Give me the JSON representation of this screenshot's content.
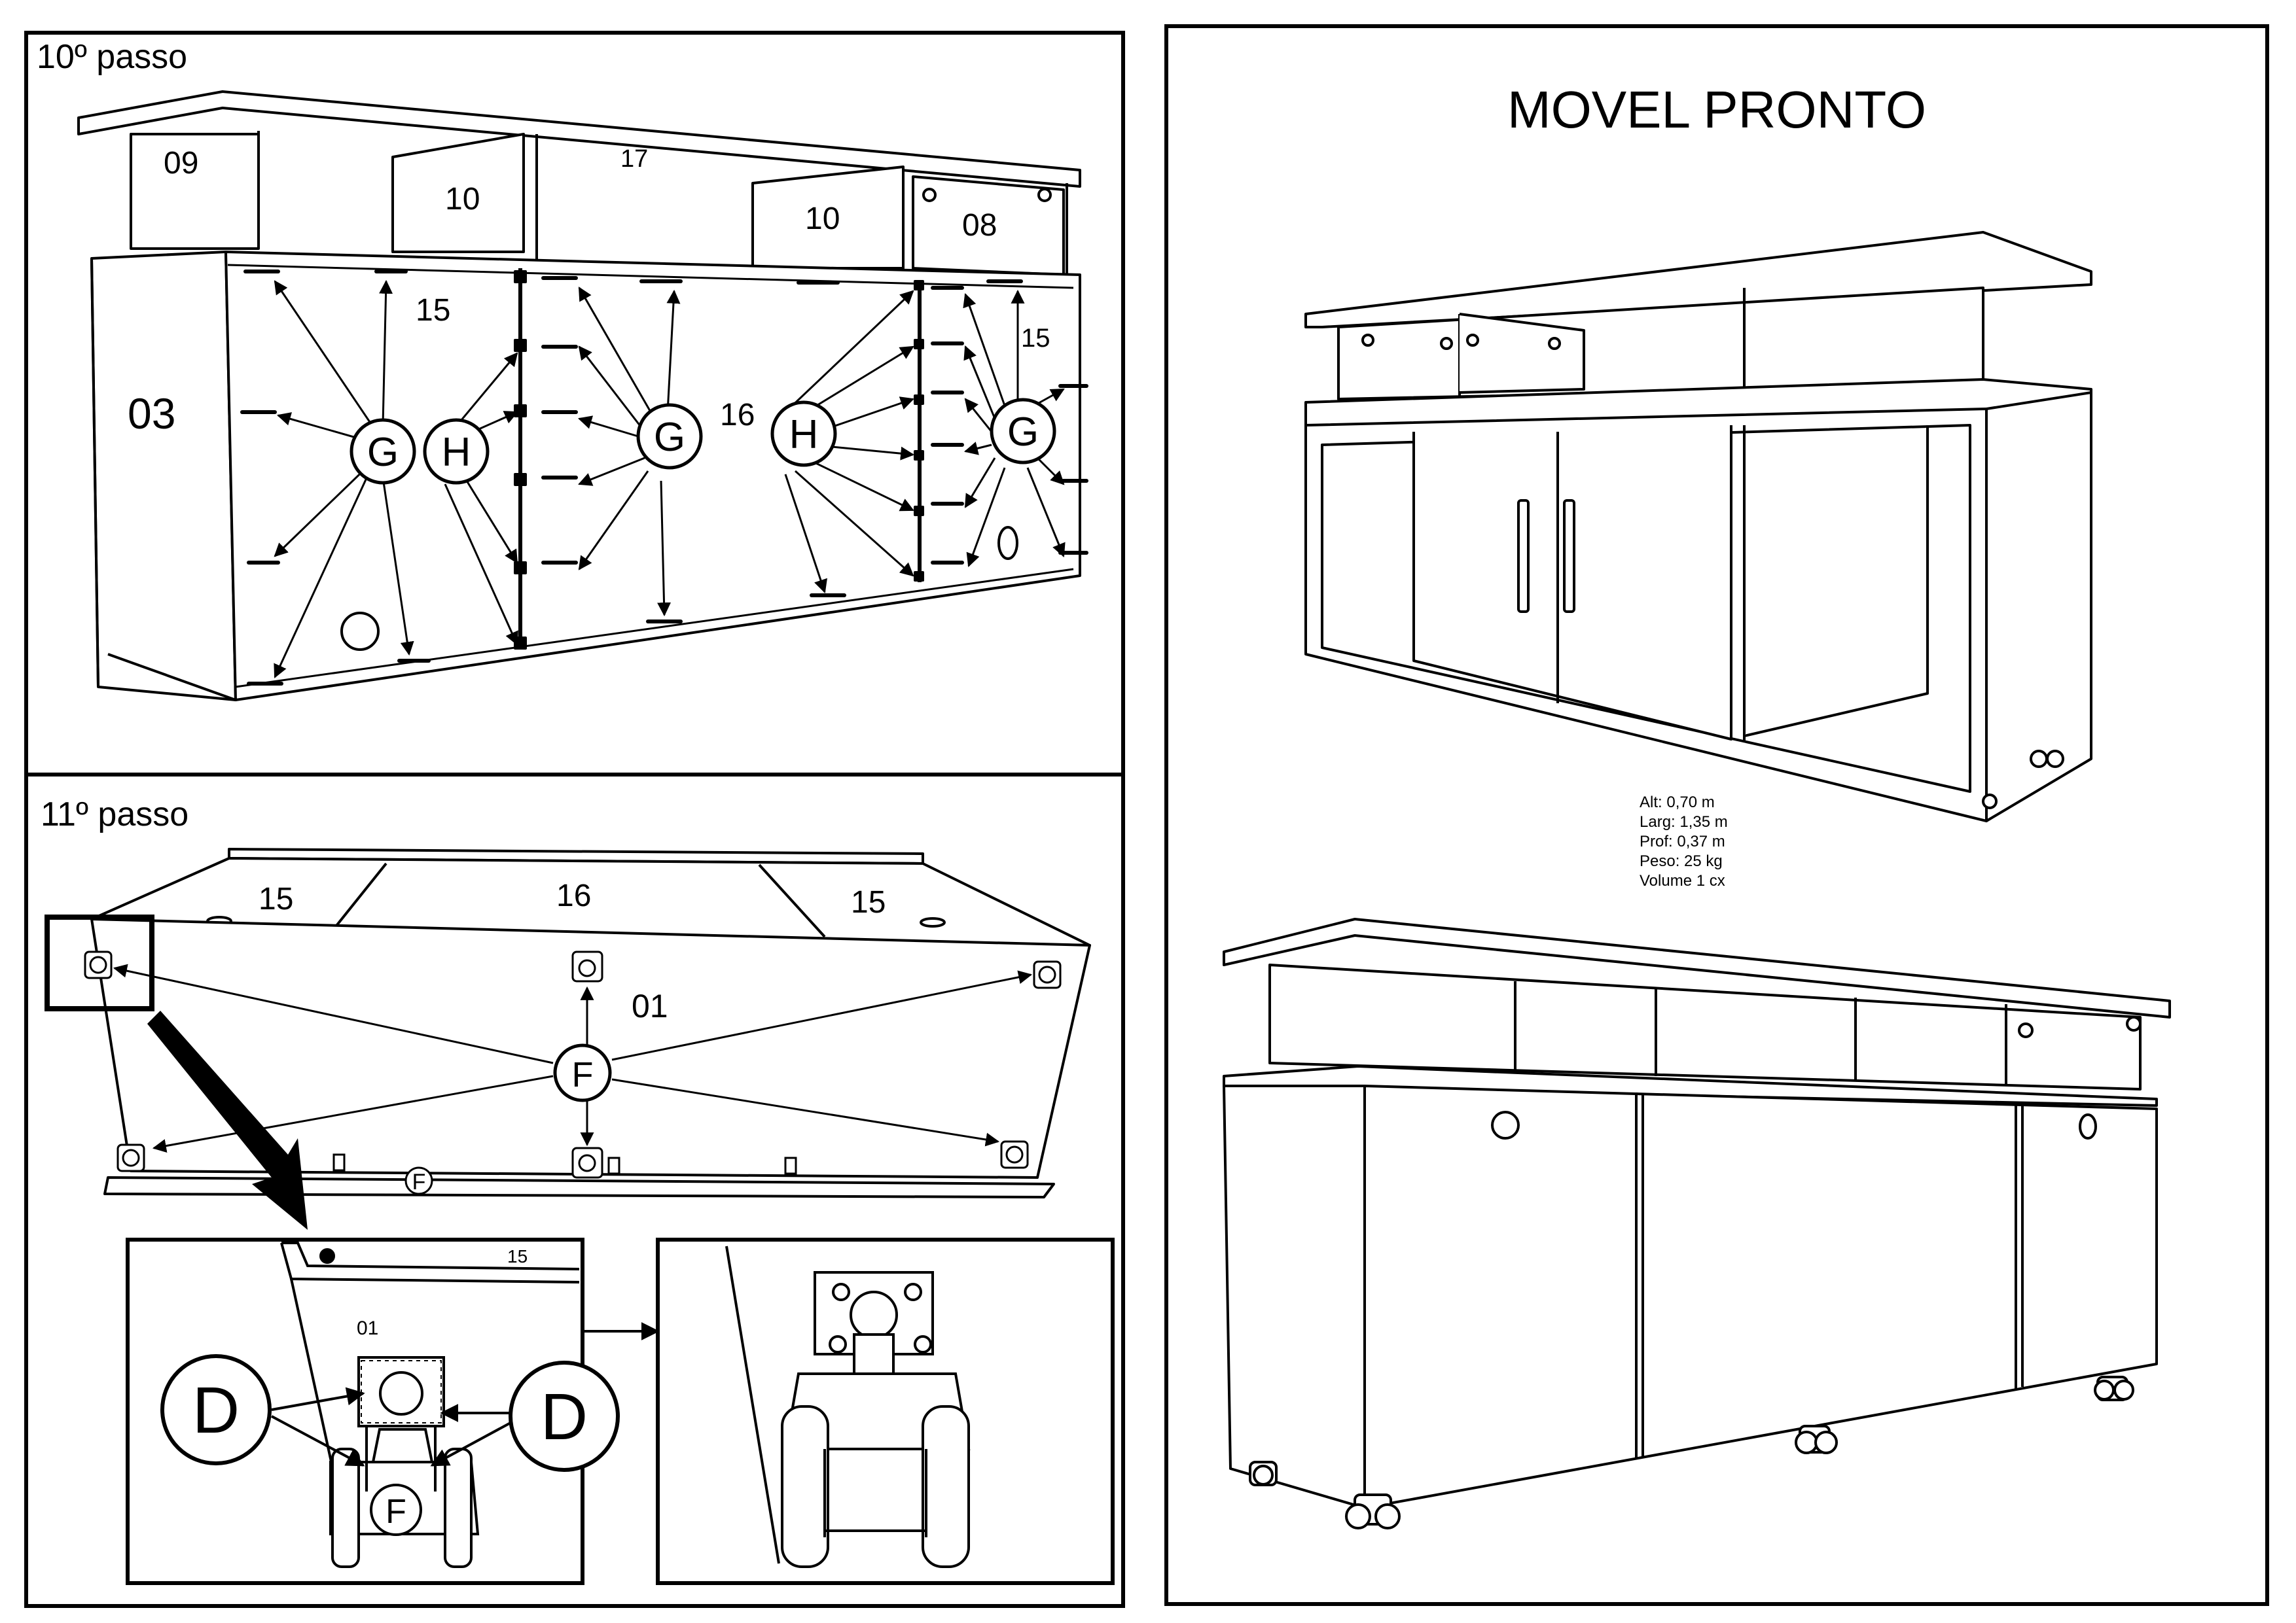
{
  "step10": {
    "title": "10º passo",
    "parts": [
      "09",
      "10",
      "17",
      "10",
      "08",
      "03",
      "15",
      "16",
      "15"
    ],
    "fasteners": [
      "G",
      "H",
      "G",
      "H",
      "G"
    ]
  },
  "step11": {
    "title": "11º passo",
    "parts": [
      "15",
      "16",
      "15",
      "01"
    ],
    "fastener": "F",
    "detail_parts": [
      "15",
      "01"
    ],
    "detail_screw": "D"
  },
  "finished": {
    "title": "MOVEL PRONTO",
    "specs": [
      "Alt: 0,70 m",
      "Larg: 1,35 m",
      "Prof: 0,37 m",
      "Peso: 25 kg",
      "Volume 1 cx"
    ]
  }
}
